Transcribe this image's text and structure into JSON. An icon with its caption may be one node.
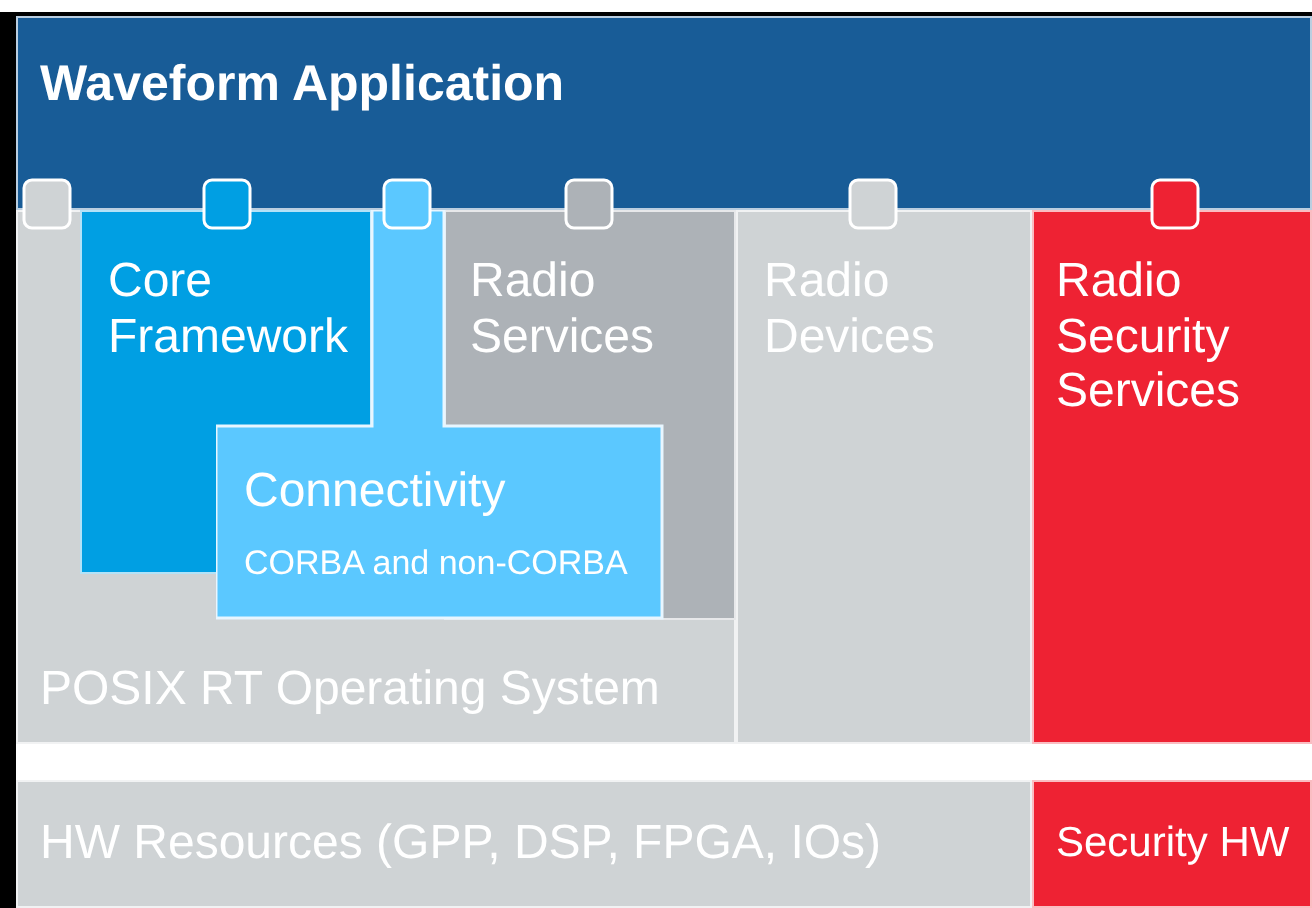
{
  "diagram": {
    "nodes": [
      {
        "text": [
          "Waveform Application"
        ]
      },
      {
        "text": [
          "POSIX RT Operating System"
        ]
      },
      {
        "text": [
          "Core Framework"
        ],
        "in": 1
      },
      {
        "text": [
          "Radio Services"
        ],
        "in": 1
      },
      {
        "text": [
          "Connectivity",
          "CORBA and non-CORBA"
        ],
        "in": 1
      },
      {
        "text": [
          "Radio Devices"
        ]
      },
      {
        "text": [
          "Radio Security Services"
        ]
      },
      {
        "text": [
          "HW Resources (GPP, DSP, FPGA, IOs)"
        ]
      },
      {
        "text": [
          "Security HW"
        ]
      }
    ]
  }
}
